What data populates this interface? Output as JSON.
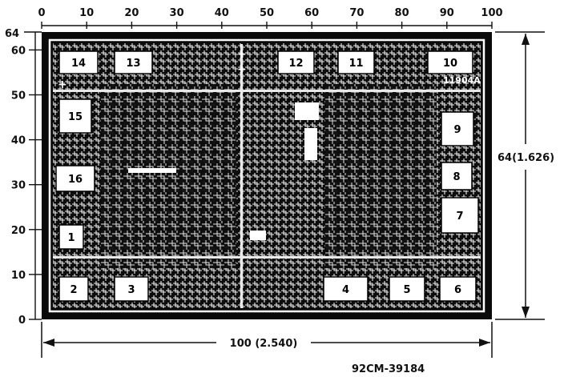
{
  "top_axis": {
    "ticks": [
      "0",
      "10",
      "20",
      "30",
      "40",
      "50",
      "60",
      "70",
      "80",
      "90",
      "100"
    ]
  },
  "left_axis": {
    "ticks": [
      "0",
      "10",
      "20",
      "30",
      "40",
      "50",
      "60"
    ],
    "top_label": "64"
  },
  "pads": [
    "1",
    "2",
    "3",
    "4",
    "5",
    "6",
    "7",
    "8",
    "9",
    "10",
    "11",
    "12",
    "13",
    "14",
    "15",
    "16"
  ],
  "chip": {
    "marking": "11904A",
    "pin_marks": [
      "+",
      "+",
      "+"
    ]
  },
  "dimensions": {
    "width_label": "100 (2.540)",
    "height_label": "64(1.626)"
  },
  "drawing_number": "92CM-39184"
}
